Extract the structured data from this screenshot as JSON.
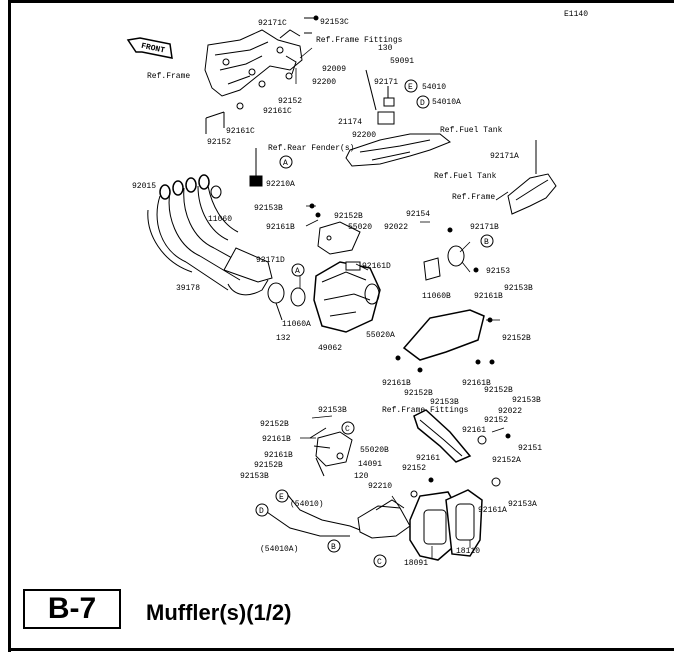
{
  "drawing_code": "E1140",
  "front_tag": "FRONT",
  "section_code": "B-7",
  "title": "Muffler(s)(1/2)",
  "part_labels": {
    "p92171C": "92171C",
    "p92153C": "92153C",
    "refFrameFittingsTop": "Ref.Frame Fittings",
    "p130": "130",
    "p59091": "59091",
    "refFrameLeft": "Ref.Frame",
    "p92009": "92009",
    "p92200a": "92200",
    "p92171": "92171",
    "p54010": "54010",
    "p54010A": "54010A",
    "p92152a": "92152",
    "p92161Ca": "92161C",
    "p92161Cb": "92161C",
    "p92152b": "92152",
    "p21174": "21174",
    "p92200b": "92200",
    "refFuelTank1": "Ref.Fuel Tank",
    "refRearFender": "Ref.Rear Fender(s)",
    "p92171A": "92171A",
    "refFuelTank2": "Ref.Fuel Tank",
    "p92210A": "92210A",
    "refFrameRight": "Ref.Frame",
    "p92015": "92015",
    "p11060": "11060",
    "p92153Ba": "92153B",
    "p92152Ba": "92152B",
    "p92161Ba": "92161B",
    "p55020": "55020",
    "p92022a": "92022",
    "p92154": "92154",
    "p92171B": "92171B",
    "p92161D": "92161D",
    "p92153a": "92153",
    "p39178": "39178",
    "p92171D": "92171D",
    "p11060B": "11060B",
    "p92161Bb": "92161B",
    "p92153Bb": "92153B",
    "p11060A": "11060A",
    "p55020A": "55020A",
    "p92152Bb": "92152B",
    "p132": "132",
    "p49062": "49062",
    "p92161Bc": "92161B",
    "p92161Bd": "92161B",
    "p92152Bc": "92152B",
    "p92152Bd": "92152B",
    "p92153Bc": "92153B",
    "p92153Bd": "92153B",
    "refFrameFittingsMid": "Ref.Frame Fittings",
    "p92152Be": "92152B",
    "p92022b": "92022",
    "p92161Be": "92161B",
    "p55020B": "55020B",
    "p92152c": "92152",
    "p92161a": "92161",
    "p92151": "92151",
    "p92161Bf": "92161B",
    "p14091": "14091",
    "p92152Bf": "92152B",
    "p120": "120",
    "p92161b": "92161",
    "p92152A": "92152A",
    "p92153Be": "92153B",
    "p92152d": "92152",
    "p92210": "92210",
    "p92153A": "92153A",
    "p92161A": "92161A",
    "p54010paren": "(54010)",
    "p54010Aparen": "(54010A)",
    "p18091": "18091",
    "p18110": "18110"
  },
  "callouts": {
    "A": "A",
    "B": "B",
    "C": "C",
    "D": "D",
    "E": "E"
  }
}
